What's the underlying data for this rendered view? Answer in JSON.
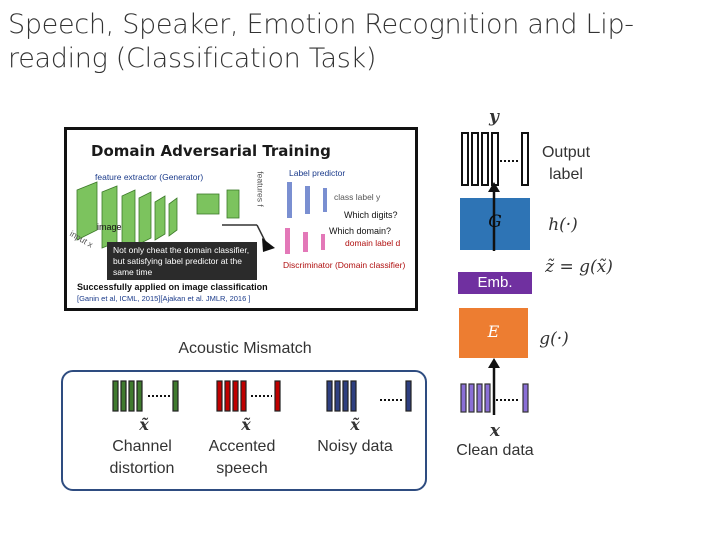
{
  "slide": {
    "title": "Speech, Speaker, Emotion Recognition and Lip-reading (Classification Task)"
  },
  "figure": {
    "heading": "Domain Adversarial Training",
    "feature_extractor": "feature extractor (Generator)",
    "label_predictor": "Label predictor",
    "class_label": "class label y",
    "which_digits": "Which digits?",
    "which_domain": "Which domain?",
    "domain_label": "domain label d",
    "image": "image",
    "input": "input x",
    "features": "features f",
    "callout": "Not only cheat the domain classifier, but satisfying label predictor at the same time",
    "discriminator": "Discriminator (Domain classifier)",
    "applied": "Successfully applied on image classification",
    "refs": "[Ganin et al, ICML, 2015][Ajakan et al. JMLR, 2016 ]"
  },
  "diagram": {
    "y": "y",
    "output_label": "Output label",
    "G": "G",
    "h": "h(·)",
    "emb": "Emb.",
    "z_eq": "z̃ = g(x̃)",
    "E": "E",
    "g": "g(·)",
    "x": "x",
    "clean_data": "Clean data",
    "colors": {
      "G": "#2e74b5",
      "E": "#ed7d31",
      "emb": "#7030a0"
    }
  },
  "mismatch": {
    "title": "Acoustic Mismatch",
    "xt": "x̃",
    "items": [
      {
        "label": "Channel distortion",
        "color": "#3f7a2e"
      },
      {
        "label": "Accented speech",
        "color": "#c00000"
      },
      {
        "label": "Noisy data",
        "color": "#2e3f80"
      }
    ]
  }
}
